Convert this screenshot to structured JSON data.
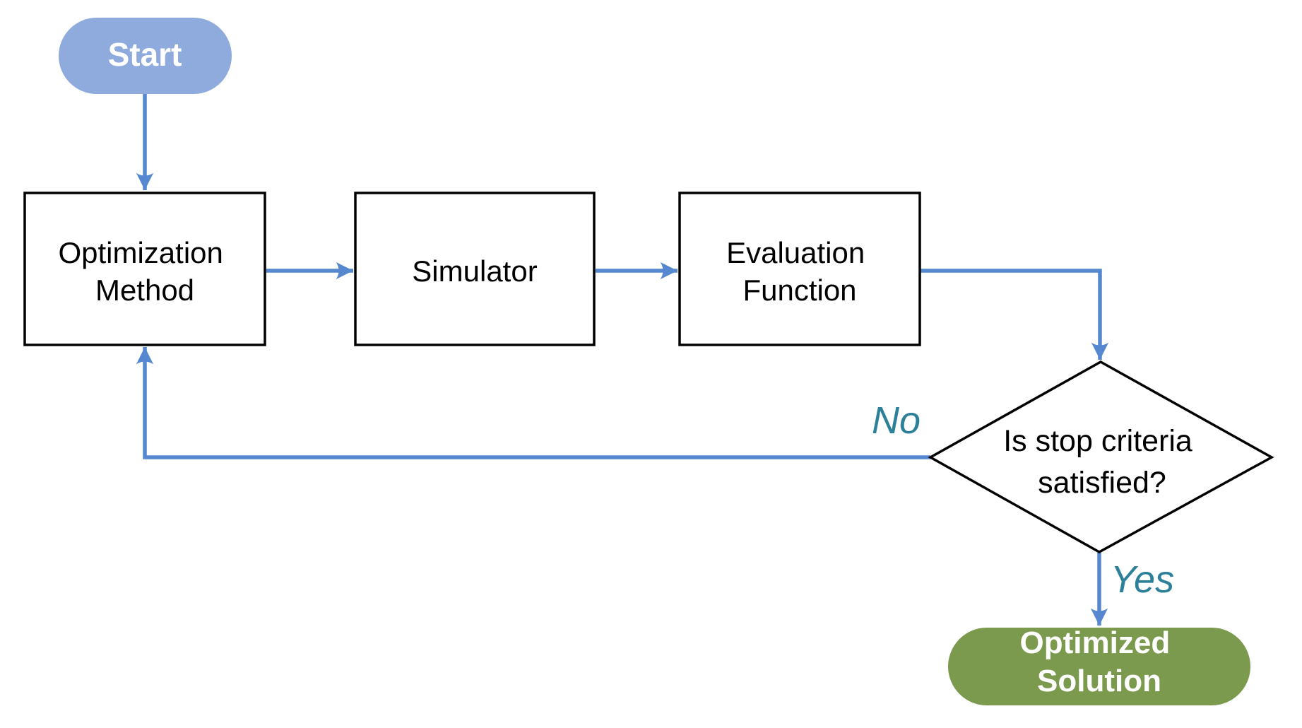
{
  "flowchart": {
    "nodes": {
      "start": {
        "label": "Start"
      },
      "optimization_method": {
        "line1": "Optimization",
        "line2": "Method"
      },
      "simulator": {
        "label": "Simulator"
      },
      "evaluation_function": {
        "line1": "Evaluation",
        "line2": "Function"
      },
      "stop_criteria_decision": {
        "line1": "Is stop criteria",
        "line2": "satisfied?"
      },
      "optimized_solution": {
        "line1": "Optimized",
        "line2": "Solution"
      }
    },
    "edge_labels": {
      "no": "No",
      "yes": "Yes"
    },
    "colors": {
      "connector_blue": "#5588CE",
      "start_fill": "#8FAADC",
      "solution_fill": "#7C9A4E",
      "edge_label_teal": "#2D8099",
      "shape_fill": "#FFFFFF",
      "shape_border": "#000000",
      "shape_text": "#000000",
      "terminator_text": "#FFFFFF"
    }
  }
}
